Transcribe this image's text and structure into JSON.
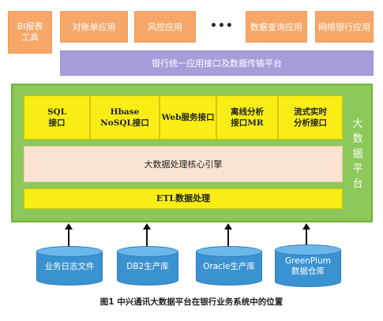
{
  "top_row": {
    "bi_tool": [
      "BI报表",
      "工具"
    ],
    "apps": [
      "对账单应用",
      "风控应用",
      "数据查询应用",
      "网络银行应用"
    ],
    "ellipsis": "•••"
  },
  "platform_bar": "银行统一应用接口及数据传输平台",
  "big_data_platform": {
    "side_label": [
      "大",
      "数",
      "据",
      "平",
      "台"
    ],
    "interfaces": [
      "SQL\n接口",
      "Hbase\nNoSQL接口",
      "Web服务接口",
      "离线分析\n接口MR",
      "流式实时\n分析接口"
    ],
    "engine": "大数据处理核心引擎",
    "etl": "ETL数据处理"
  },
  "databases": [
    "业务日志文件",
    "DB2生产库",
    "Oracle生产库",
    "GreenPlum\n数据仓库"
  ],
  "caption": "图1  中兴通讯大数据平台在银行业务系统中的位置",
  "colors": {
    "app_box": "#f7a767",
    "platform_bar": "#a89cdb",
    "big_data_bg": "#8cc85a",
    "interface_box": "#f8ee16",
    "engine_box": "#fbe3d3",
    "database": "#3b92d0"
  }
}
